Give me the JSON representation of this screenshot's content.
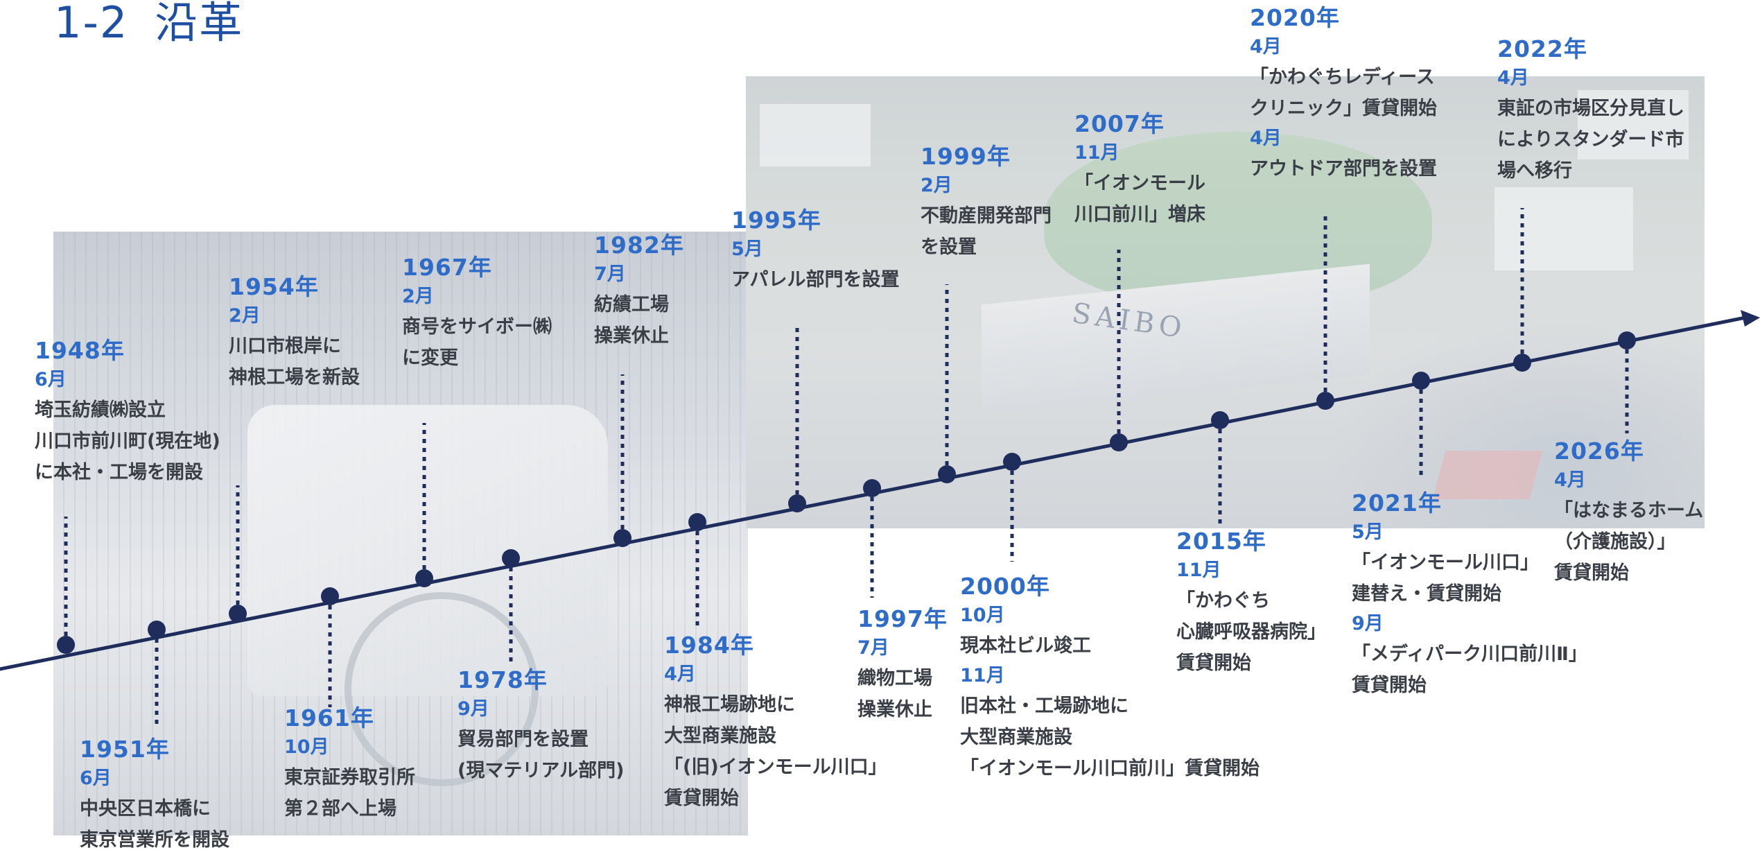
{
  "header": {
    "section_number": "1-2",
    "title": "沿革"
  },
  "events": [
    {
      "key": "e1948",
      "year": "1948年",
      "lines": [
        {
          "month": "6月",
          "text": [
            "埼玉紡績㈱設立",
            "川口市前川町(現在地)",
            "に本社・工場を開設"
          ]
        }
      ]
    },
    {
      "key": "e1951",
      "year": "1951年",
      "lines": [
        {
          "month": "6月",
          "text": [
            "中央区日本橋に",
            "東京営業所を開設"
          ]
        }
      ]
    },
    {
      "key": "e1954",
      "year": "1954年",
      "lines": [
        {
          "month": "2月",
          "text": [
            "川口市根岸に",
            "神根工場を新設"
          ]
        }
      ]
    },
    {
      "key": "e1961",
      "year": "1961年",
      "lines": [
        {
          "month": "10月",
          "text": [
            "東京証券取引所",
            "第２部へ上場"
          ]
        }
      ]
    },
    {
      "key": "e1967",
      "year": "1967年",
      "lines": [
        {
          "month": "2月",
          "text": [
            "商号をサイボー㈱",
            "に変更"
          ]
        }
      ]
    },
    {
      "key": "e1978",
      "year": "1978年",
      "lines": [
        {
          "month": "9月",
          "text": [
            "貿易部門を設置",
            "(現マテリアル部門)"
          ]
        }
      ]
    },
    {
      "key": "e1982",
      "year": "1982年",
      "lines": [
        {
          "month": "7月",
          "text": [
            "紡績工場",
            "操業休止"
          ]
        }
      ]
    },
    {
      "key": "e1984",
      "year": "1984年",
      "lines": [
        {
          "month": "4月",
          "text": [
            "神根工場跡地に",
            "大型商業施設",
            "「(旧)イオンモール川口」",
            "賃貸開始"
          ]
        }
      ]
    },
    {
      "key": "e1995",
      "year": "1995年",
      "lines": [
        {
          "month": "5月",
          "text": [
            "アパレル部門を設置"
          ]
        }
      ]
    },
    {
      "key": "e1997",
      "year": "1997年",
      "lines": [
        {
          "month": "7月",
          "text": [
            "織物工場",
            "操業休止"
          ]
        }
      ]
    },
    {
      "key": "e1999",
      "year": "1999年",
      "lines": [
        {
          "month": "2月",
          "text": [
            "不動産開発部門",
            "を設置"
          ]
        }
      ]
    },
    {
      "key": "e2000",
      "year": "2000年",
      "lines": [
        {
          "month": "10月",
          "text": [
            "現本社ビル竣工"
          ]
        },
        {
          "month": "11月",
          "text": [
            "旧本社・工場跡地に",
            "大型商業施設",
            "「イオンモール川口前川」賃貸開始"
          ]
        }
      ]
    },
    {
      "key": "e2007",
      "year": "2007年",
      "lines": [
        {
          "month": "11月",
          "text": [
            "「イオンモール",
            "川口前川」増床"
          ]
        }
      ]
    },
    {
      "key": "e2015",
      "year": "2015年",
      "lines": [
        {
          "month": "11月",
          "text": [
            "「かわぐち",
            "心臓呼吸器病院」",
            "賃貸開始"
          ]
        }
      ]
    },
    {
      "key": "e2020",
      "year": "2020年",
      "lines": [
        {
          "month": "4月",
          "text": [
            "「かわぐちレディース",
            "クリニック」賃貸開始"
          ]
        },
        {
          "month": "4月",
          "text": [
            "アウトドア部門を設置"
          ]
        }
      ]
    },
    {
      "key": "e2021",
      "year": "2021年",
      "lines": [
        {
          "month": "5月",
          "text": [
            "「イオンモール川口」",
            "建替え・賃貸開始"
          ]
        },
        {
          "month": "9月",
          "text": [
            "「メディパーク川口前川Ⅱ」",
            "賃貸開始"
          ]
        }
      ]
    },
    {
      "key": "e2022",
      "year": "2022年",
      "lines": [
        {
          "month": "4月",
          "text": [
            "東証の市場区分見直し",
            "によりスタンダード市",
            "場へ移行"
          ]
        }
      ]
    },
    {
      "key": "e2026",
      "year": "2026年",
      "lines": [
        {
          "month": "4月",
          "text": [
            "「はなまるホーム",
            "（介護施設）」",
            "賃貸開始"
          ]
        }
      ]
    }
  ],
  "photos": {
    "mall_sign": "SAIBO"
  },
  "colors": {
    "line": "#1f2d5c",
    "accent": "#2f6cc7",
    "text": "#3a3f47"
  }
}
